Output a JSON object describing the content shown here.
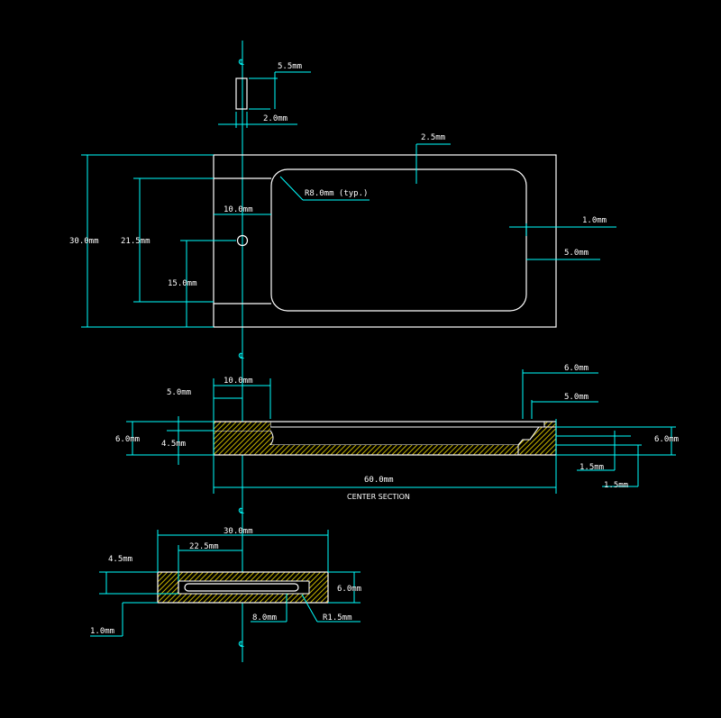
{
  "colors": {
    "background": "#000000",
    "dimension": "#00ffff",
    "outline": "#ffffff",
    "hatch": "#c8b400"
  },
  "centerline_symbol": "℄",
  "top_view": {
    "slot_width_dim": "5.5mm",
    "slot_offset_dim": "2.0mm",
    "wall_top_dim": "2.5mm",
    "corner_radius_dim": "R8.0mm (typ.)",
    "pocket_start_dim": "10.0mm",
    "right_wall_dim_1": "1.0mm",
    "right_wall_dim_2": "5.0mm",
    "overall_height_dim": "30.0mm",
    "pocket_height_dim": "21.5mm",
    "hole_height_dim": "15.0mm"
  },
  "center_section": {
    "label": "CENTER SECTION",
    "pocket_start_dim": "10.0mm",
    "offset_dim": "5.0mm",
    "right_dim_1": "6.0mm",
    "right_dim_2": "5.0mm",
    "left_height_dim": "6.0mm",
    "left_depth_dim": "4.5mm",
    "right_height_dim": "6.0mm",
    "bottom_dim_1": "1.5mm",
    "bottom_dim_2": "1.5mm",
    "overall_length_dim": "60.0mm"
  },
  "end_section": {
    "overall_width_dim": "30.0mm",
    "inner_width_dim": "22.5mm",
    "left_depth_dim": "4.5mm",
    "height_dim": "6.0mm",
    "bottom_left_dim": "1.0mm",
    "bottom_center_dim": "8.0mm",
    "radius_dim": "R1.5mm"
  }
}
